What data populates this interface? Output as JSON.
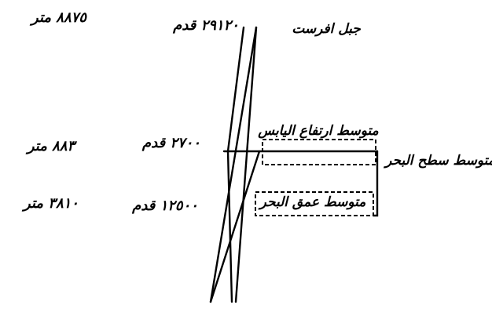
{
  "labels": {
    "everest_name": "جبل افرست",
    "everest_feet": "٢٩١٢٠ قدم",
    "everest_meters": "٨٨٧٥ متر",
    "land_feet": "٢٧٠٠ قدم",
    "land_meters": "٨٨٣ متر",
    "sea_feet": "١٢٥٠٠ قدم",
    "sea_meters": "٣٨١٠ متر",
    "avg_land_height": "متوسط ارتفاع اليابس",
    "avg_sea_depth": "متوسط عمق البحر",
    "sea_level": "متوسط سطح البحر"
  }
}
